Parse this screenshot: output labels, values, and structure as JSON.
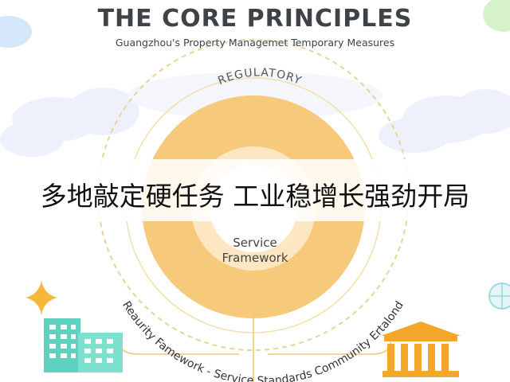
{
  "header": {
    "title": "THE CORE PRINCIPLES",
    "subtitle": "Guangzhou's Property Managemet Temporary Measures"
  },
  "diagram": {
    "outer_label": "REGULATORY",
    "center_label_line1": "Service",
    "center_label_line2": "Framework",
    "arc_text": "Reaurity Famework - Service Standards  Community Ertalond"
  },
  "banner": {
    "text": "多地敲定硬任务 工业稳增长强劲开局"
  },
  "colors": {
    "core_fill": "#f7c97b",
    "core_light": "#fde7c2",
    "dashed_ring": "#e9d39a",
    "building_teal": "#5fd1bf",
    "temple_orange": "#f4a62a",
    "sparkle": "#f7b73b",
    "cloud": "#eef1fb"
  },
  "icons": [
    "sparkle-icon",
    "office-building-icon",
    "government-building-icon",
    "decorative-circle-icon"
  ]
}
